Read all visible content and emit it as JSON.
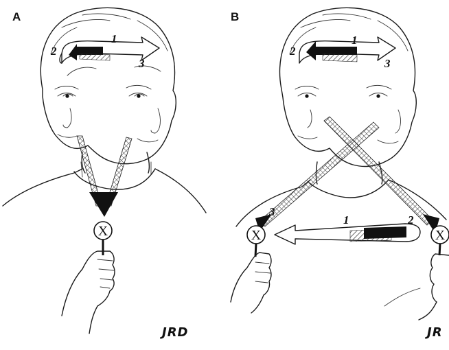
{
  "figure": {
    "panel_a": {
      "letter": "A",
      "arrow_numbers": [
        "1",
        "2",
        "3"
      ],
      "target_label": "X",
      "signature": "JRD"
    },
    "panel_b": {
      "letter": "B",
      "head_arrow_numbers": [
        "1",
        "2",
        "3"
      ],
      "lower_arrow_numbers": [
        "1",
        "2",
        "3"
      ],
      "target_label_left": "X",
      "target_label_right": "X",
      "signature": "JR"
    }
  }
}
